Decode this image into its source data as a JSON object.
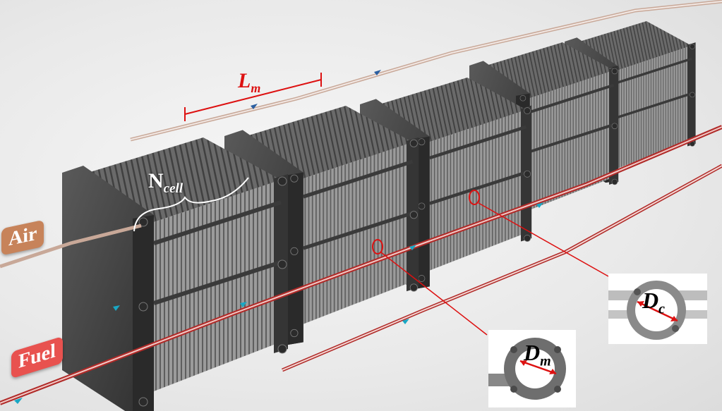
{
  "labels": {
    "air": "Air",
    "fuel": "Fuel",
    "lm_main": "L",
    "lm_sub": "m",
    "ncell_main": "N",
    "ncell_sub": "cell",
    "dc_main": "D",
    "dc_sub": "c",
    "dm_main": "D",
    "dm_sub": "m"
  },
  "colors": {
    "air_tag": "#c7835a",
    "fuel_tag": "#e8524f",
    "dimension_red": "#dd1111",
    "stack_dark": "#3f3f3f",
    "stack_fin": "#8a8a8a",
    "pipe_air": "#d9b8a8",
    "pipe_fuel": "#c0302e",
    "flow_arrow": "#19a7c4"
  },
  "stacks": {
    "count": 5
  }
}
